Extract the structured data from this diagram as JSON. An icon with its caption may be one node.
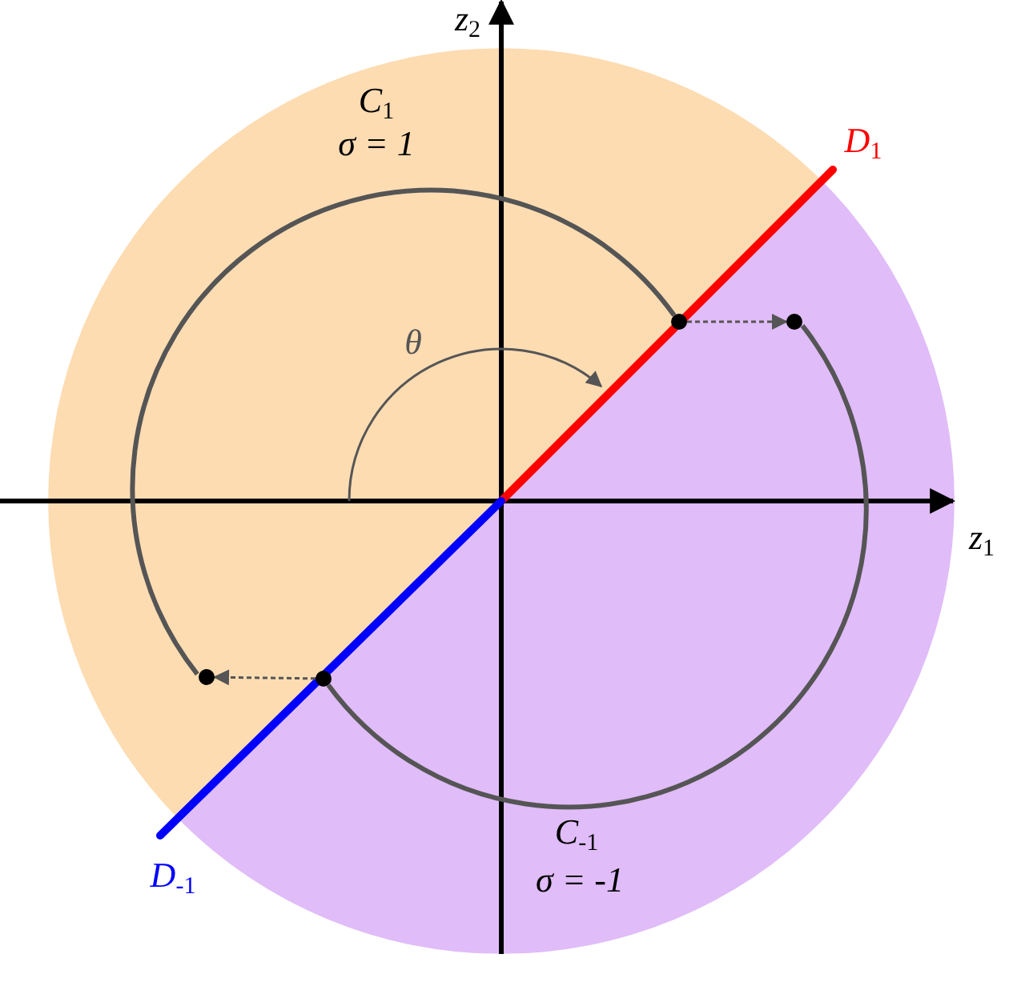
{
  "diagram": {
    "nodes": [
      {
        "text": [
          "C$_{1}$",
          "σ = 1"
        ]
      },
      {
        "text": [
          "C$_{-1}$",
          "σ = -1"
        ]
      },
      {
        "text": [],
        "shape": "circle",
        "in": 0
      },
      {
        "text": [],
        "shape": "circle",
        "in": 0
      },
      {
        "text": [],
        "shape": "circle",
        "in": 1
      },
      {
        "text": [],
        "shape": "circle",
        "in": 1
      }
    ],
    "edges": [
      {
        "from": 2,
        "to": 3,
        "arrow": "none",
        "style": "thick"
      },
      {
        "from": 2,
        "to": 5,
        "arrow": "to",
        "style": "dashed"
      },
      {
        "from": 4,
        "to": 5,
        "arrow": "none",
        "style": "thick"
      },
      {
        "from": 4,
        "to": 3,
        "arrow": "to",
        "style": "dashed"
      }
    ],
    "labels": [
      "z$_{2}$",
      "D$_{1}$",
      "θ",
      "z$_{1}$",
      "D$_{-1}$"
    ]
  }
}
